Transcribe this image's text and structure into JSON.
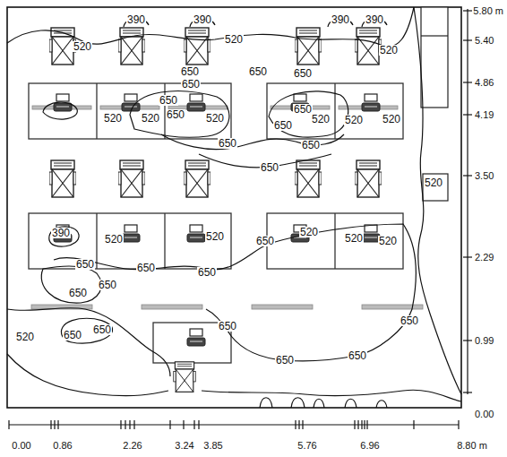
{
  "diagram": {
    "labels": [
      "390",
      "520",
      "390",
      "520",
      "390",
      "390",
      "520",
      "650",
      "650",
      "650",
      "650",
      "650",
      "650",
      "520",
      "520",
      "650",
      "520",
      "650",
      "520",
      "520",
      "520",
      "650",
      "650",
      "650",
      "520",
      "390",
      "520",
      "520",
      "520",
      "520",
      "520",
      "650",
      "650",
      "650",
      "650",
      "650",
      "650",
      "650",
      "650",
      "520",
      "650",
      "650",
      "650",
      "650",
      "5.80 m",
      "5.40",
      "4.86",
      "4.19",
      "3.50",
      "2.29",
      "0.99",
      "0.00",
      "0.00",
      "0.86",
      "2.26",
      "3.24",
      "3.85",
      "5.76",
      "6.96",
      "8.80 m"
    ]
  }
}
